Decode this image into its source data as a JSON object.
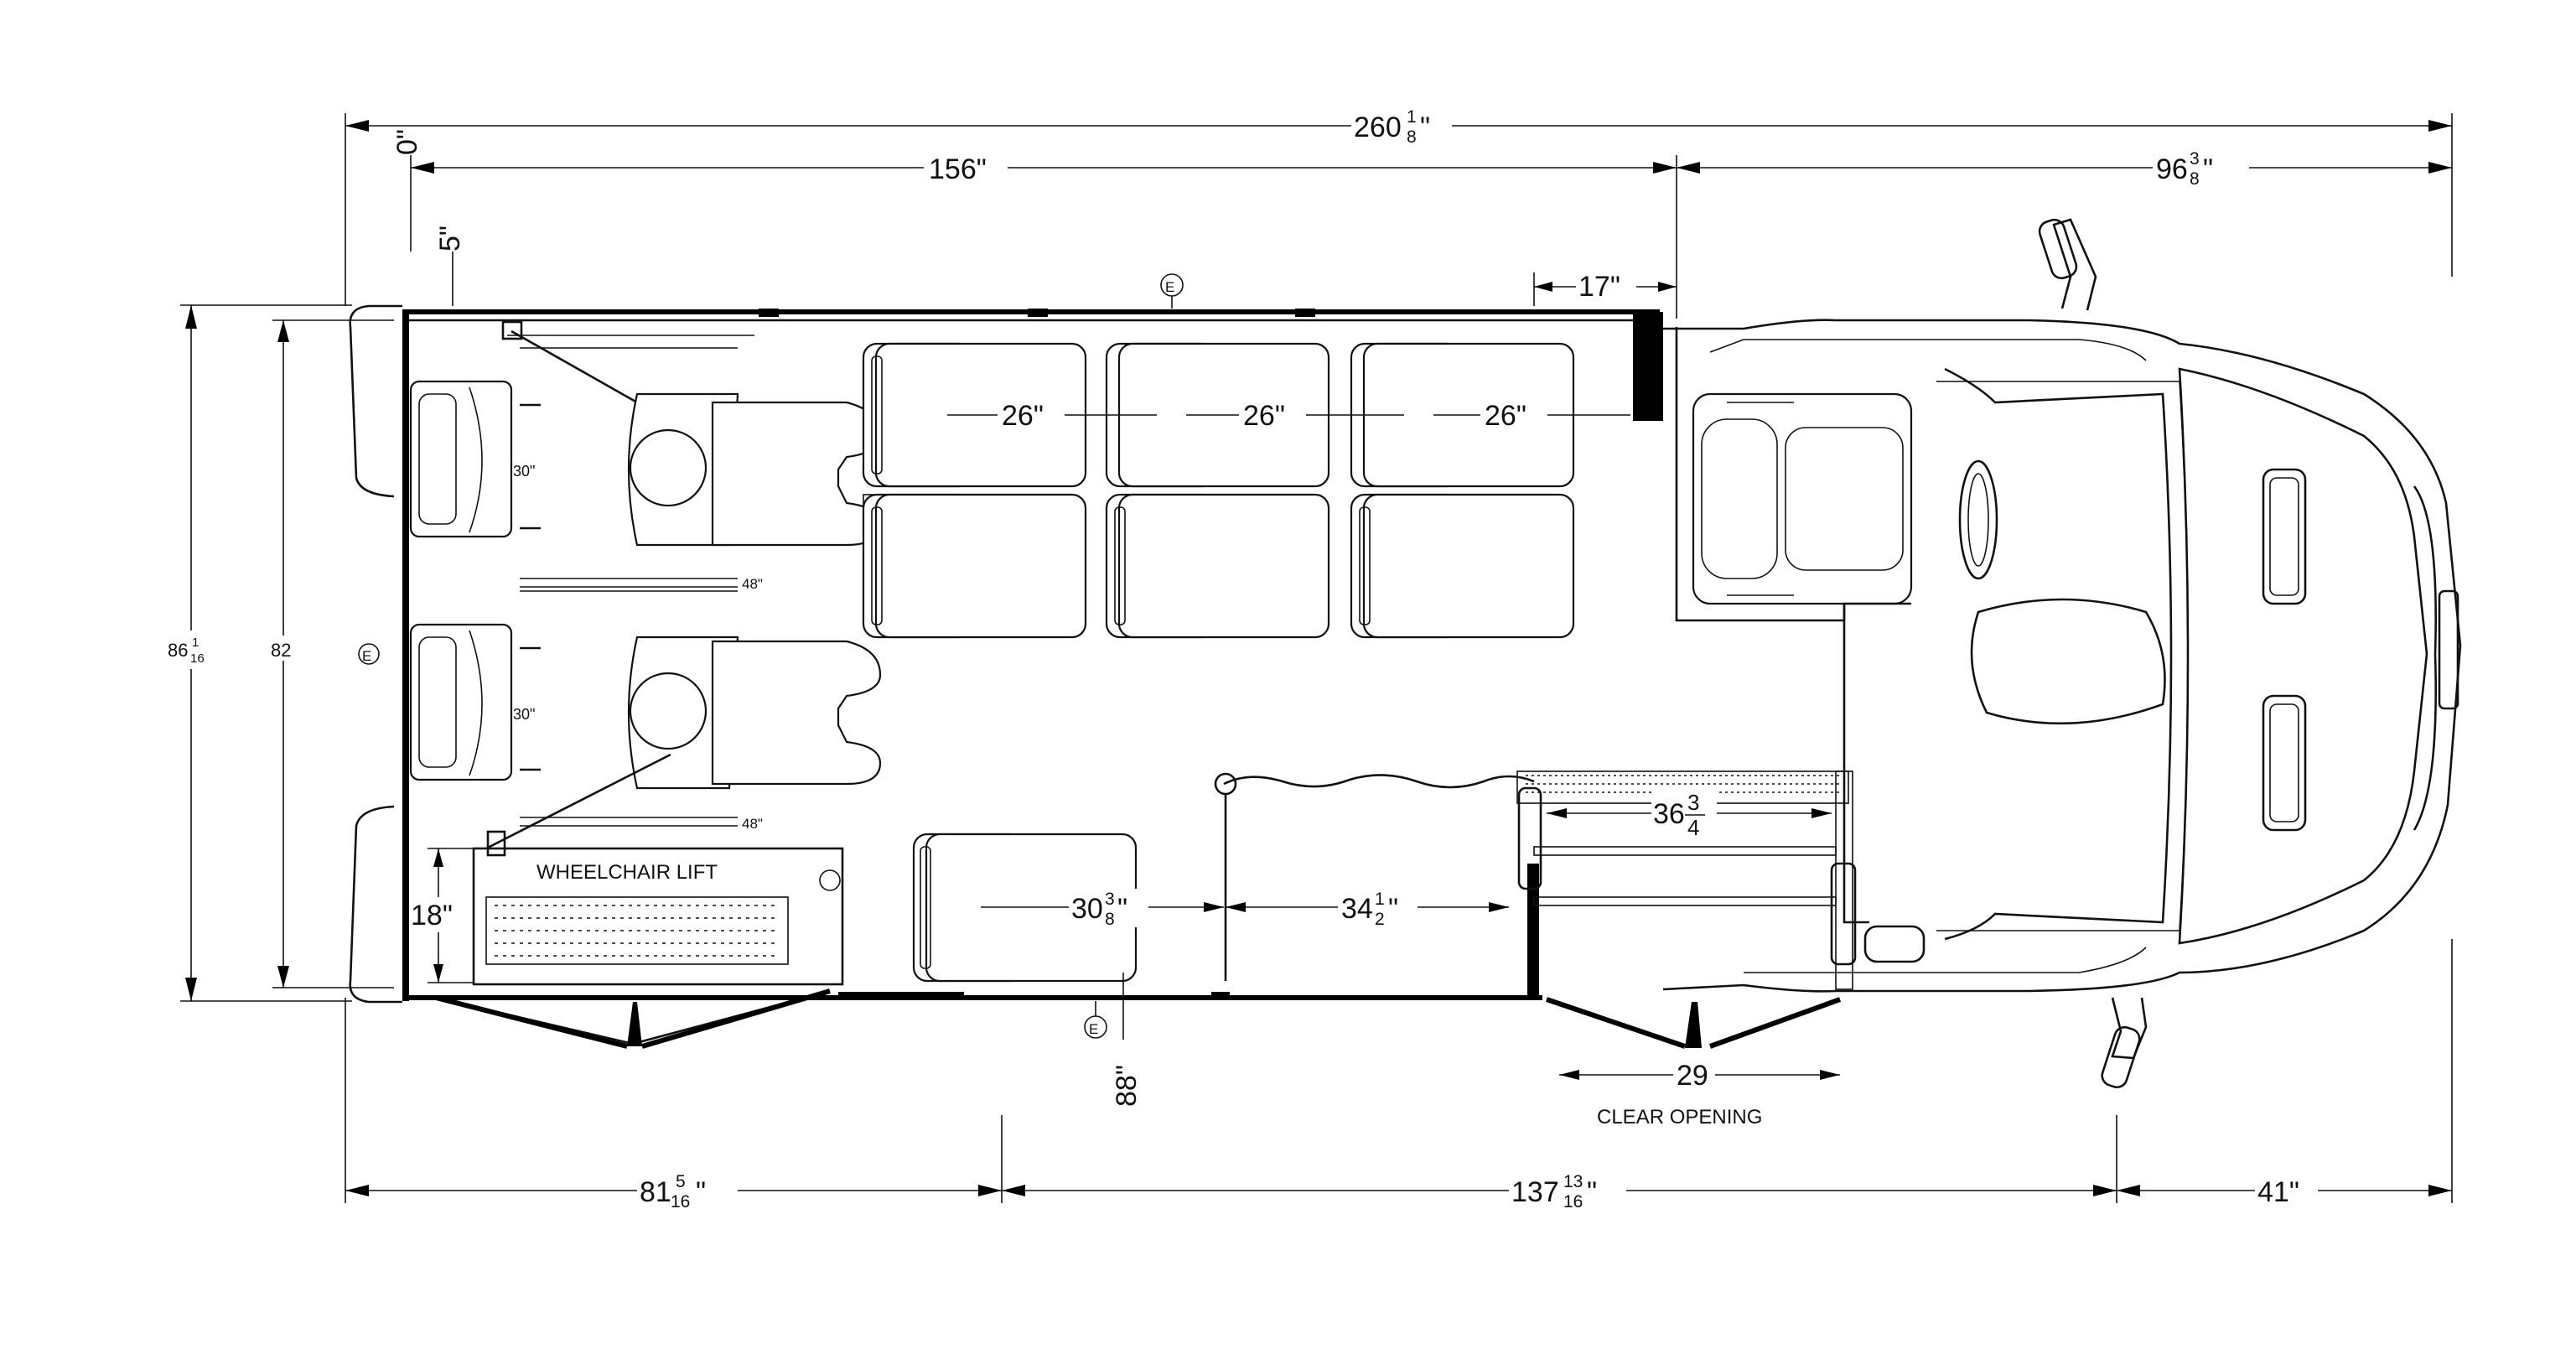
{
  "diagram": {
    "dimensions": {
      "overall_length": "260",
      "overall_length_frac_num": "1",
      "overall_length_frac_den": "8",
      "rear_to_door": "156\"",
      "front_section": "96",
      "front_section_frac_num": "3",
      "front_section_frac_den": "8",
      "zero_mark": "0\"",
      "five_mark": "5\"",
      "seventeen": "17\"",
      "overall_width": "86",
      "overall_width_frac_num": "1",
      "overall_width_frac_den": "16",
      "interior_width": "82",
      "seat_pitch_1": "26\"",
      "seat_pitch_2": "26\"",
      "seat_pitch_3": "26\"",
      "wc_width_1": "30\"",
      "wc_width_2": "30\"",
      "wc_length_1": "48\"",
      "wc_length_2": "48\"",
      "lift_depth": "18\"",
      "aisle_a": "30",
      "aisle_a_frac_num": "3",
      "aisle_a_frac_den": "8",
      "aisle_b": "34",
      "aisle_b_frac_num": "1",
      "aisle_b_frac_den": "2",
      "step_width": "36",
      "step_width_frac_num": "3",
      "step_width_frac_den": "4",
      "clear_opening_value": "29",
      "clear_opening_label": "CLEAR OPENING",
      "height_88": "88\"",
      "rear_overhang": "81",
      "rear_overhang_frac_num": "5",
      "rear_overhang_frac_den": "16",
      "wheelbase": "137",
      "wheelbase_frac_num": "13",
      "wheelbase_frac_den": "16",
      "front_overhang": "41\""
    },
    "labels": {
      "wheelchair_lift": "WHEELCHAIR LIFT",
      "emergency_mark": "E"
    }
  }
}
